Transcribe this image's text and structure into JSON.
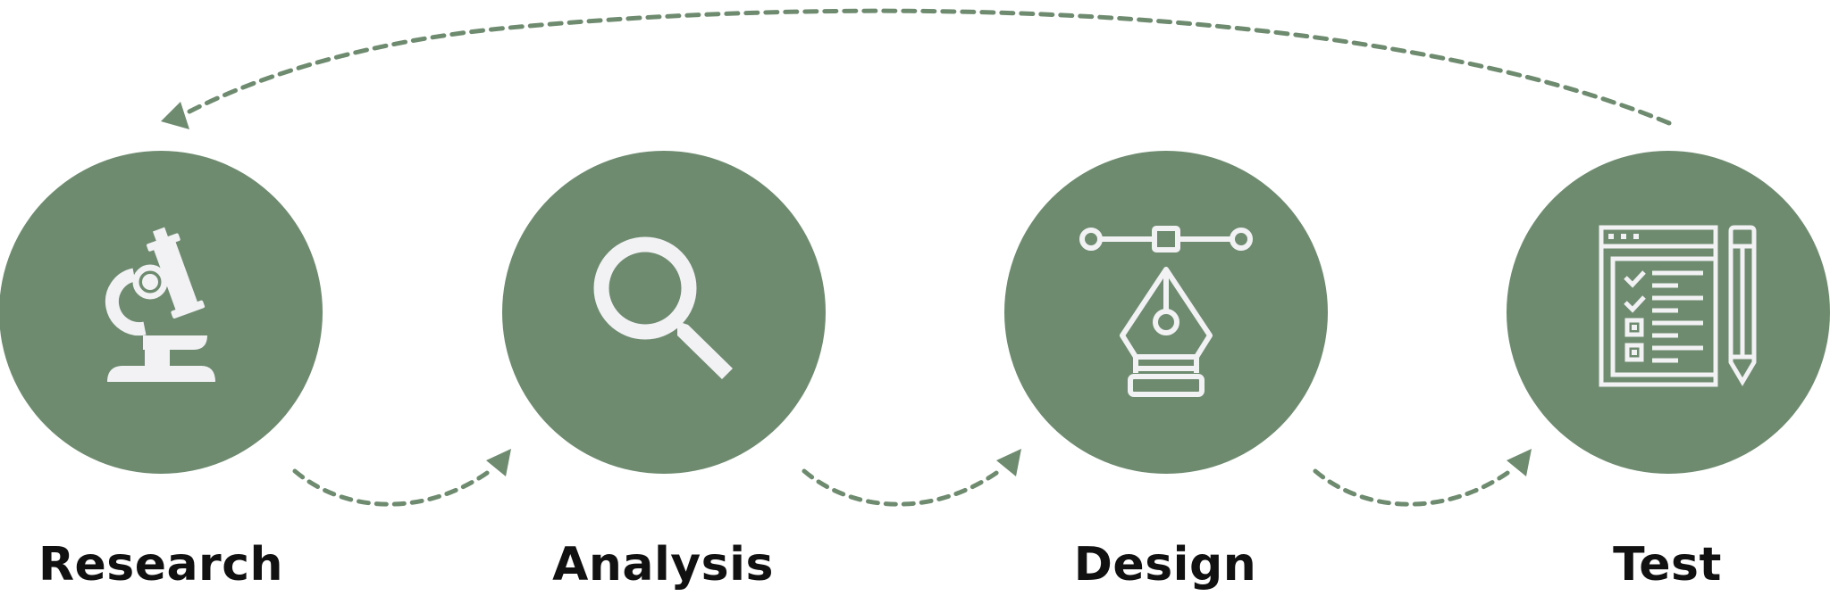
{
  "colors": {
    "circle": "#6e8b70",
    "icon": "#f2f2f5",
    "arrow": "#6e8b70",
    "text": "#111111"
  },
  "steps": [
    {
      "label": "Research",
      "icon": "microscope-icon"
    },
    {
      "label": "Analysis",
      "icon": "magnifying-glass-icon"
    },
    {
      "label": "Design",
      "icon": "pen-tool-bezier-icon"
    },
    {
      "label": "Test",
      "icon": "checklist-pencil-icon"
    }
  ]
}
